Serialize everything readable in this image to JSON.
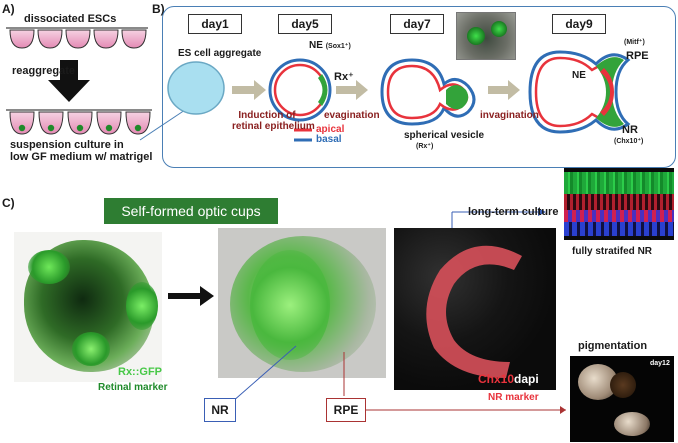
{
  "panelA": {
    "letter": "A)",
    "dissociated": "dissociated ESCs",
    "reaggregate": "reaggregate",
    "suspension_line1": "suspension culture in",
    "suspension_line2": "low GF medium w/ matrigel"
  },
  "panelB": {
    "letter": "B)",
    "day1": "day1",
    "day5": "day5",
    "day7": "day7",
    "day9": "day9",
    "aggregate": "ES cell aggregate",
    "induction_line1": "Induction of",
    "induction_line2": "retinal epithelium",
    "ne_sox": "NE",
    "ne_sox_sup": "(Sox1⁺)",
    "rx": "Rx⁺",
    "evagination": "evagination",
    "apical": "apical",
    "basal": "basal",
    "spherical_vesicle": "spherical vesicle",
    "spherical_sub": "(Rx⁺)",
    "invagination": "invagination",
    "ne": "NE",
    "mitf": "(Mitf⁺)",
    "rpe": "RPE",
    "nr": "NR",
    "chx10": "(Chx10⁺)"
  },
  "panelC": {
    "letter": "C)",
    "banner": "Self-formed optic cups",
    "rx_gfp": "Rx::GFP",
    "retinal_marker": "Retinal marker",
    "nr_box": "NR",
    "rpe_box": "RPE",
    "long_term": "long-term culture",
    "chx10": "Chx10",
    "dapi": "dapi",
    "nr_marker": "NR marker",
    "fully_stratified": "fully stratifed NR",
    "pigmentation": "pigmentation",
    "day12": "day12"
  },
  "colors": {
    "apical": "#e8333c",
    "basal": "#2f6db5",
    "green": "#2a9a2a",
    "banner": "#2e7d32",
    "arrow": "#b8b29a"
  }
}
